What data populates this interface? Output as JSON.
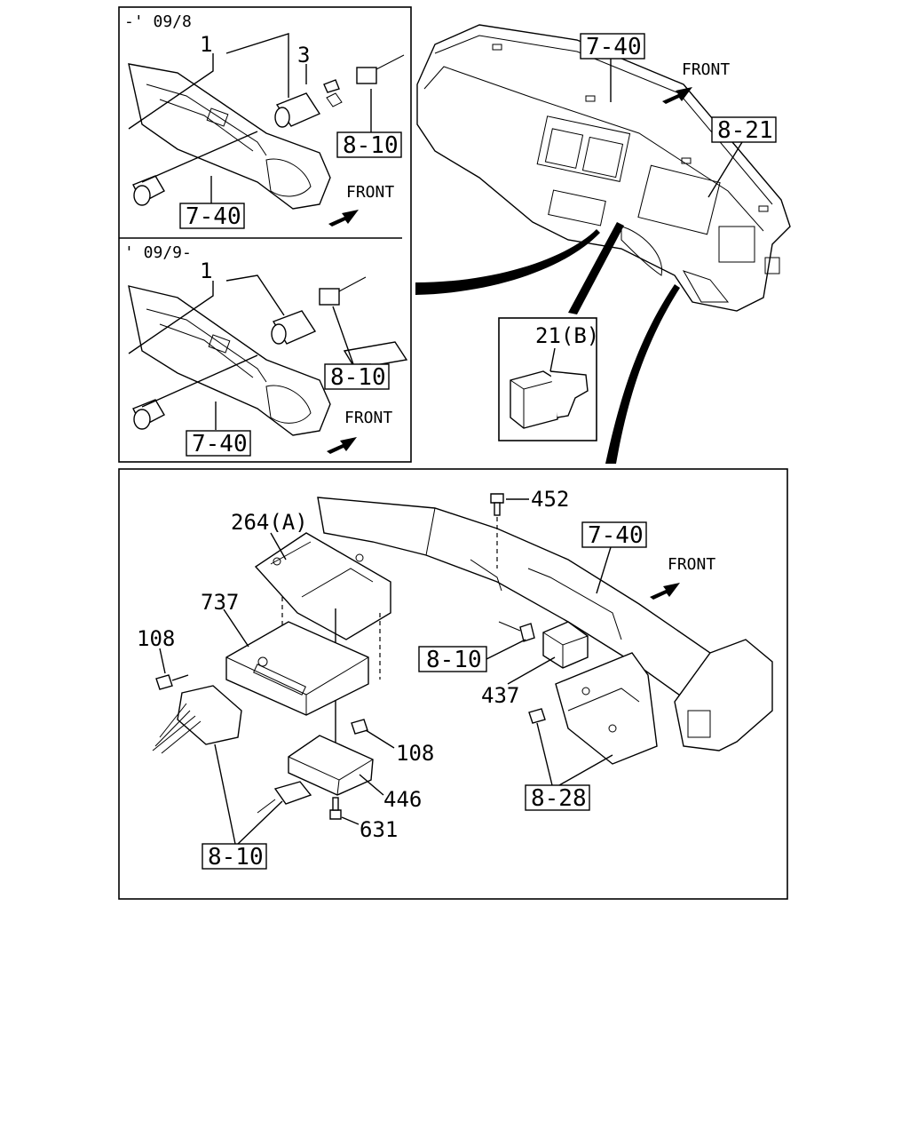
{
  "panels": {
    "top_left_upper": {
      "period": "-' 09/8",
      "parts": [
        "1",
        "3"
      ],
      "refs": [
        "8-10",
        "7-40"
      ],
      "front": "FRONT"
    },
    "top_left_lower": {
      "period": "' 09/9-",
      "parts": [
        "1"
      ],
      "refs": [
        "8-10",
        "7-40"
      ],
      "front": "FRONT"
    },
    "overview": {
      "refs": [
        "7-40",
        "8-21"
      ],
      "front": "FRONT"
    },
    "detail_small": {
      "part": "21(B)"
    },
    "bottom": {
      "parts": [
        "452",
        "264(A)",
        "737",
        "108",
        "108",
        "437",
        "446",
        "631"
      ],
      "refs": [
        "7-40",
        "8-10",
        "8-28",
        "8-10"
      ],
      "front": "FRONT"
    }
  }
}
